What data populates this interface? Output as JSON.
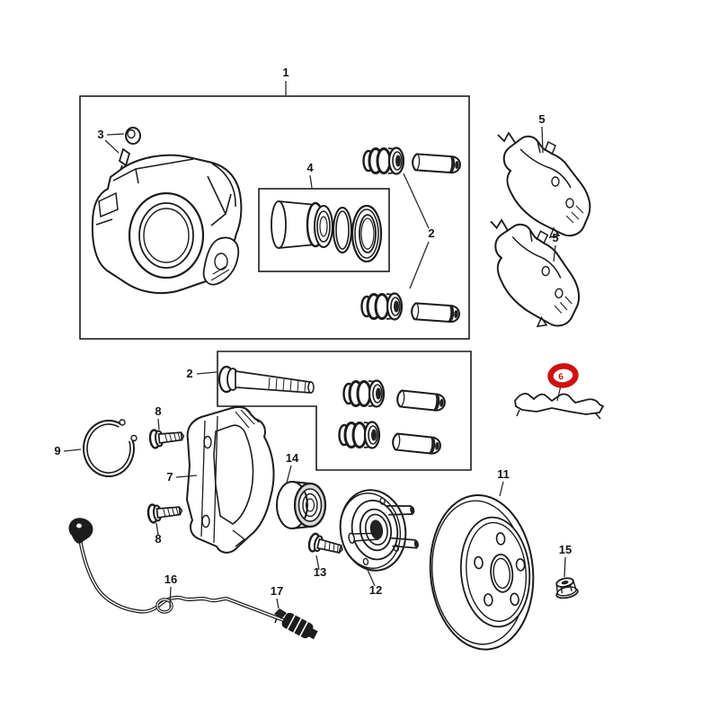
{
  "colors": {
    "background": "#ffffff",
    "ink": "#1c1c1c",
    "highlight": "#d01010"
  },
  "callouts": {
    "c1": "1",
    "c2_upper": "2",
    "c3": "3",
    "c4": "4",
    "c5_upper": "5",
    "c5_lower": "5",
    "c6": "6",
    "c2_lower": "2",
    "c7": "7",
    "c8_upper": "8",
    "c8_lower": "8",
    "c9": "9",
    "c11": "11",
    "c12": "12",
    "c13": "13",
    "c14": "14",
    "c15": "15",
    "c16": "16",
    "c17": "17"
  }
}
